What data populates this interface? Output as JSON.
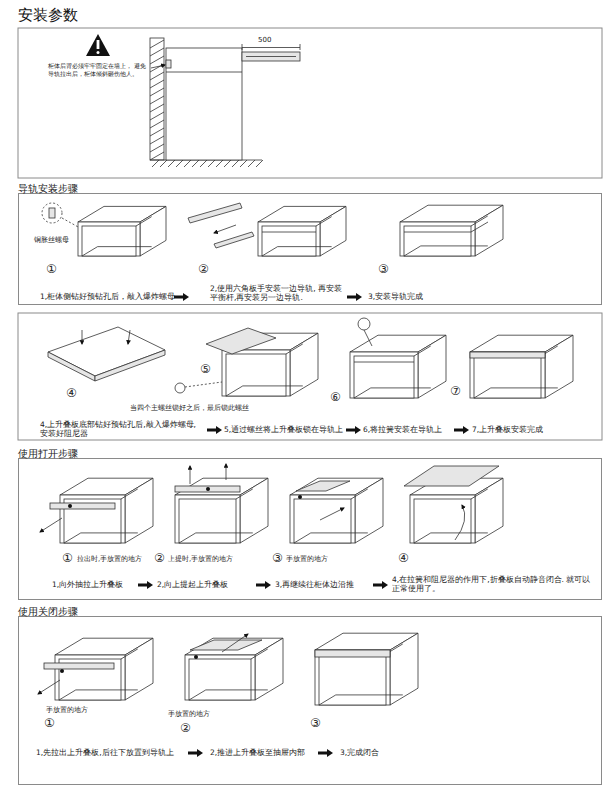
{
  "diagram": {
    "title": "安装参数",
    "nodes": [
      {
        "text": [
          "导轨安装步骤"
        ]
      },
      {
        "text": [
          "使用打开步骤"
        ]
      },
      {
        "text": [
          "使用关闭步骤"
        ]
      }
    ],
    "labels": [
      "柜体后背必须牢牢固定在墙上， 避免导轨拉出后，柜体倾斜砸伤他人。",
      "500",
      "铜胀丝螺母",
      "①",
      "②",
      "③",
      "1,柜体侧钻好预钻孔后，敲入爆炸螺母",
      "2,使用六角板手安装一边导轨, 再安装平衡杆,再安装另一边导轨.",
      "3,安装导轨完成",
      "④",
      "⑤",
      "当四个主螺丝锁好之后，最后锁此螺丝",
      "⑥",
      "⑦",
      "4,上升叠板底部钻好预钻孔后,敲入爆炸螺母, 安装好阻尼器",
      "5,通过螺丝将上升叠板锁在导轨上",
      "6,将拉簧安装在导轨上",
      "7,上升叠板安装完成",
      "①",
      "拉出时,手放置的地方",
      "②",
      "上提时,手放置的地方",
      "③",
      "手放置的地方",
      "④",
      "1,向外抽拉上升叠板",
      "2,向上提起上升叠板",
      "3,再继续往柜体边沿推",
      "4,在拉簧和阻尼器的作用下,折叠板自动静音闭合. 就可以正常使用了。",
      "手放置的地方",
      "①",
      "手放置的地方",
      "②",
      "③",
      "1,先拉出上升叠板,后往下放置到导轨上",
      "2,推进上升叠板至抽屉内部",
      "3,完成闭合"
    ]
  }
}
